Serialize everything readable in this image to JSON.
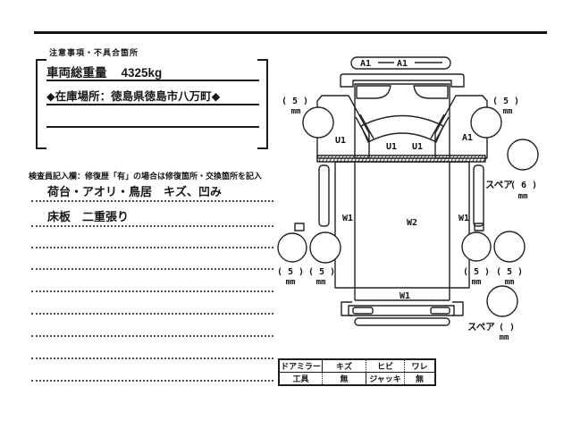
{
  "colors": {
    "ink": "#1c1c1c",
    "paper": "#ffffff"
  },
  "notes_box": {
    "header": "注意事項・不具合箇所",
    "weight_label": "車両総重量",
    "weight_value": "4325kg",
    "location_line": "◆在庫場所：徳島県徳島市八万町◆"
  },
  "inspector": {
    "header": "検査員記入欄：修復歴「有」の場合は修復箇所・交換箇所を記入",
    "entry1": "荷台・アオリ・鳥居　キズ、凹み",
    "entry2": "床板　二重張り"
  },
  "diagram": {
    "roof_marks": {
      "left": "A1",
      "right": "A1"
    },
    "left_fender_mark": "U1",
    "right_fender_mark": "A1",
    "windshield_marks": {
      "left": "U1",
      "right": "U1"
    },
    "bed_marks": {
      "left": "W1",
      "center": "W2",
      "right": "W1",
      "rear": "W1"
    },
    "tires": {
      "front_left": {
        "depth": "( 5 )",
        "unit": "mm"
      },
      "front_right": {
        "depth": "( 5 )",
        "unit": "mm"
      },
      "rear_left_outer": {
        "depth": "( 5 )",
        "unit": "mm"
      },
      "rear_left_inner": {
        "depth": "( 5 )",
        "unit": "mm"
      },
      "rear_right_inner": {
        "depth": "( 5 )",
        "unit": "mm"
      },
      "rear_right_outer": {
        "depth": "( 5 )",
        "unit": "mm"
      },
      "spare_upper": {
        "name": "スペア",
        "depth": "( 6 )",
        "unit": "mm"
      },
      "spare_lower": {
        "name": "スペア",
        "depth": "(   )",
        "unit": "mm"
      }
    }
  },
  "check_table": {
    "rows": [
      {
        "c1": "ドアミラー",
        "c2": "キズ",
        "c3": "ヒビ",
        "c4": "ワレ"
      },
      {
        "c1": "工具",
        "c2": "無",
        "c3": "ジャッキ",
        "c4": "無"
      }
    ]
  }
}
